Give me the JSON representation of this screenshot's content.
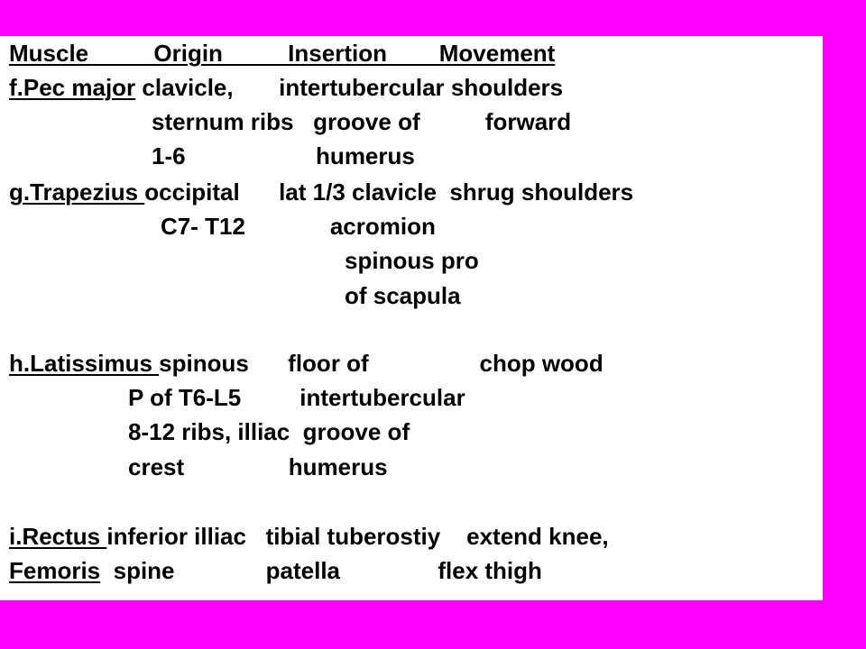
{
  "colors": {
    "background": "#FF00FF",
    "slide": "#FFFFFF",
    "text": "#000000"
  },
  "header": "Muscle          Origin          Insertion        Movement",
  "rows": {
    "pec": {
      "name": "f.Pec major",
      "line1": "clavicle,       intertubercular shoulders",
      "line2": "sternum ribs   groove of          forward",
      "line3": "1-6                    humerus"
    },
    "trapezius": {
      "name": "g.Trapezius ",
      "line1": "occipital      lat 1/3 clavicle  shrug shoulders",
      "line2": "C7- T12             acromion",
      "line3": "spinous pro",
      "line4": "of scapula"
    },
    "latissimus": {
      "name": "h.Latissimus ",
      "line1": "spinous      floor of                 chop wood",
      "line2": "P of T6-L5         intertubercular",
      "line3": "8-12 ribs, illiac  groove of",
      "line4": "crest                humerus"
    },
    "rectus": {
      "name1": "i.Rectus ",
      "line1": "inferior illiac   tibial tuberostiy    extend knee,",
      "name2": "Femoris",
      "line2": "  spine              patella               flex thigh"
    }
  }
}
